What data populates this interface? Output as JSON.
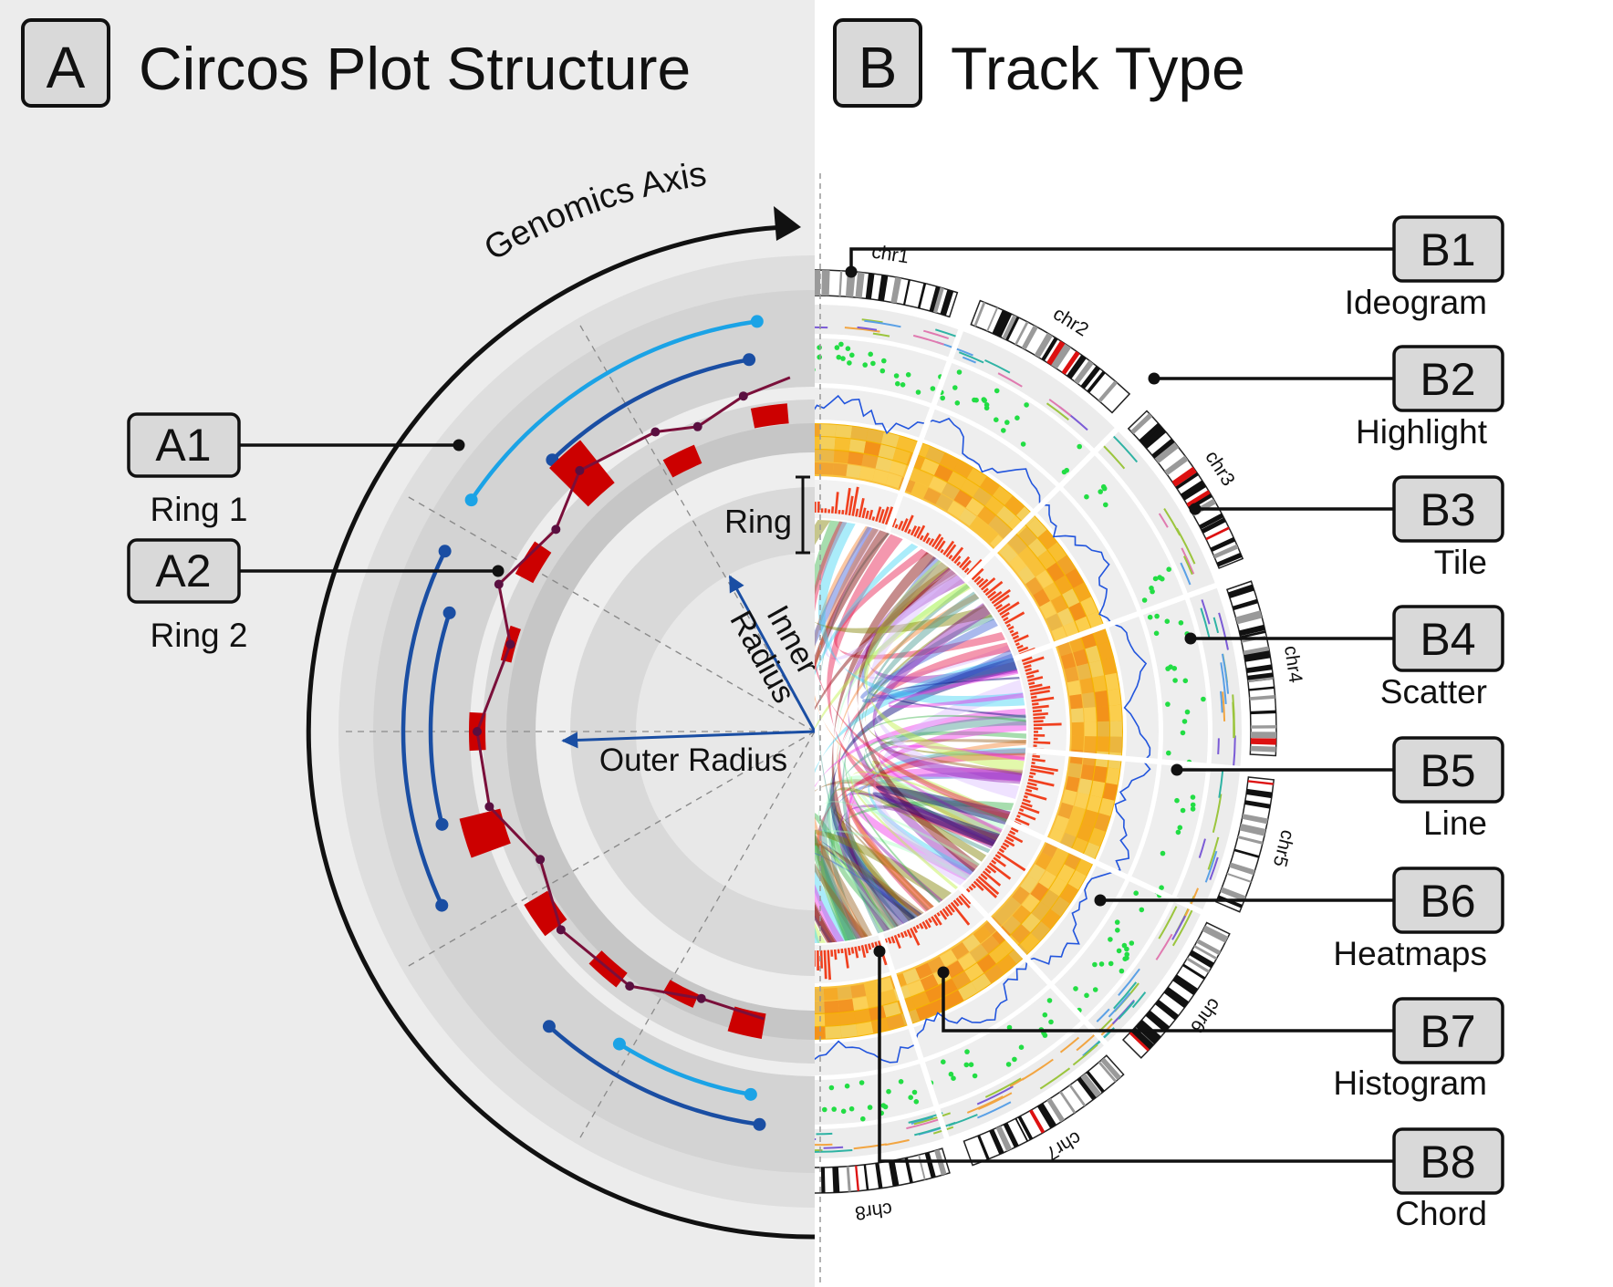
{
  "panel_a": {
    "badge": "A",
    "title": "Circos Plot Structure",
    "axis_label": "Genomics Axis",
    "ring_label": "Ring",
    "inner_radius_label_1": "Inner",
    "inner_radius_label_2": "Radius",
    "outer_radius_label": "Outer Radius",
    "callouts": [
      {
        "code": "A1",
        "label": "Ring 1"
      },
      {
        "code": "A2",
        "label": "Ring 2"
      }
    ]
  },
  "panel_b": {
    "badge": "B",
    "title": "Track Type",
    "chromosomes": [
      "chr1",
      "chr2",
      "chr3",
      "chr4",
      "chr5",
      "chr6",
      "chr7",
      "chr8"
    ],
    "callouts": [
      {
        "code": "B1",
        "label": "Ideogram"
      },
      {
        "code": "B2",
        "label": "Highlight"
      },
      {
        "code": "B3",
        "label": "Tile"
      },
      {
        "code": "B4",
        "label": "Scatter"
      },
      {
        "code": "B5",
        "label": "Line"
      },
      {
        "code": "B6",
        "label": "Heatmaps"
      },
      {
        "code": "B7",
        "label": "Histogram"
      },
      {
        "code": "B8",
        "label": "Chord"
      }
    ]
  },
  "colors": {
    "panel_a_bg": "#ececec",
    "light_blue_arc": "#1ba3e6",
    "dark_blue_arc": "#1a4ea3",
    "histogram_red": "#cc0000",
    "line_maroon": "#7a0f3a",
    "scatter_green": "#22dd44",
    "heatmap_orange": "#f4b400",
    "badge_fill": "#d9d9d9"
  }
}
